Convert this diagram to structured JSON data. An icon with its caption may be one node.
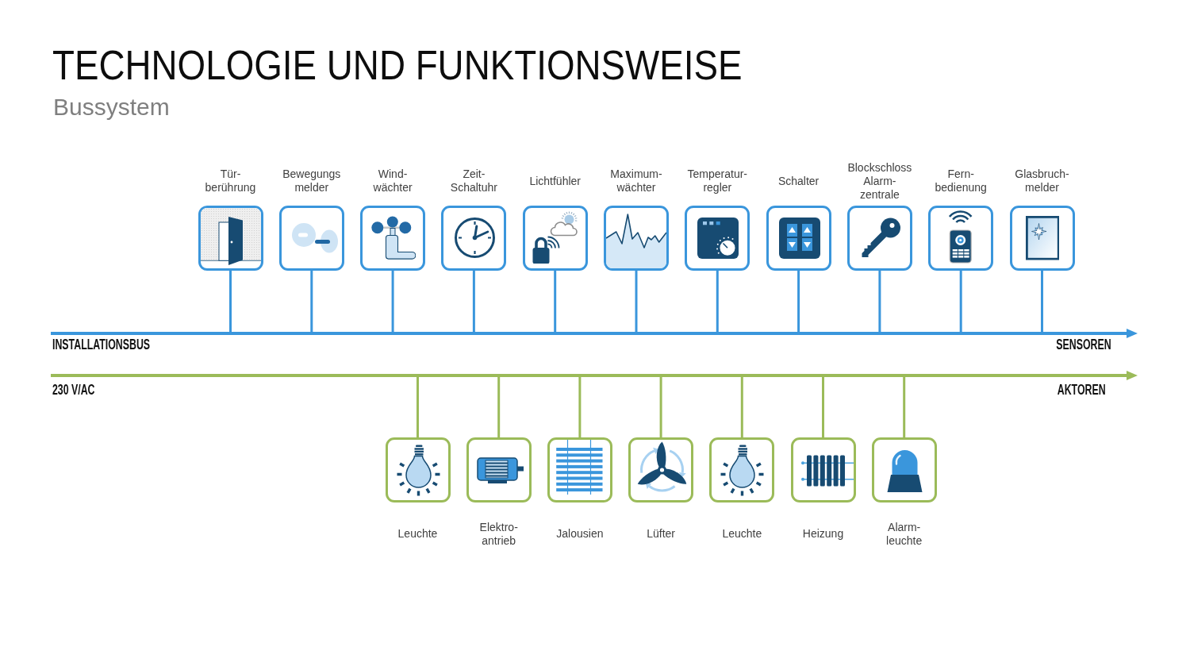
{
  "diagram": {
    "title": "TECHNOLOGIE UND FUNKTIONSWEISE",
    "nodes": [
      {
        "text": [
          "Tür- berührung"
        ]
      },
      {
        "text": [
          "Bewegungs melder"
        ]
      },
      {
        "text": [
          "Wind- wächter"
        ]
      },
      {
        "text": [
          "Zeit- Schaltuhr"
        ]
      },
      {
        "text": [
          "Lichtfühler"
        ]
      },
      {
        "text": [
          "Maximum- wächter"
        ]
      },
      {
        "text": [
          "Temperatur- regler"
        ]
      },
      {
        "text": [
          "Schalter"
        ]
      },
      {
        "text": [
          "Blockschloss Alarm- zentrale"
        ]
      },
      {
        "text": [
          "Fern- bedienung"
        ]
      },
      {
        "text": [
          "Glasbruch- melder"
        ]
      },
      {
        "text": [],
        "shape": "bar",
        "beside": [
          "INSTALLATIONSBUS",
          "SENSOREN"
        ]
      },
      {
        "text": [],
        "shape": "bar",
        "beside": [
          "230 V/AC",
          "AKTOREN"
        ]
      },
      {
        "text": [
          "Leuchte"
        ]
      },
      {
        "text": [
          "Elektro- antrieb"
        ]
      },
      {
        "text": [
          "Jalousien"
        ]
      },
      {
        "text": [
          "Lüfter"
        ]
      },
      {
        "text": [
          "Leuchte"
        ]
      },
      {
        "text": [
          "Heizung"
        ]
      },
      {
        "text": [
          "Alarm- leuchte"
        ]
      }
    ],
    "edges": [
      {
        "from": 0,
        "to": 11,
        "arrow": "none"
      },
      {
        "from": 1,
        "to": 11,
        "arrow": "none"
      },
      {
        "from": 2,
        "to": 11,
        "arrow": "none"
      },
      {
        "from": 3,
        "to": 11,
        "arrow": "none"
      },
      {
        "from": 4,
        "to": 11,
        "arrow": "none"
      },
      {
        "from": 5,
        "to": 11,
        "arrow": "none"
      },
      {
        "from": 6,
        "to": 11,
        "arrow": "none"
      },
      {
        "from": 7,
        "to": 11,
        "arrow": "none"
      },
      {
        "from": 8,
        "to": 11,
        "arrow": "none"
      },
      {
        "from": 9,
        "to": 11,
        "arrow": "none"
      },
      {
        "from": 10,
        "to": 11,
        "arrow": "none"
      },
      {
        "from": 12,
        "to": 13,
        "arrow": "none",
        "color": "#9bbb59"
      },
      {
        "from": 12,
        "to": 14,
        "arrow": "none",
        "color": "#9bbb59"
      },
      {
        "from": 12,
        "to": 15,
        "arrow": "none",
        "color": "#9bbb59"
      },
      {
        "from": 12,
        "to": 16,
        "arrow": "none",
        "color": "#9bbb59"
      },
      {
        "from": 12,
        "to": 17,
        "arrow": "none",
        "color": "#9bbb59"
      },
      {
        "from": 12,
        "to": 18,
        "arrow": "none",
        "color": "#9bbb59"
      },
      {
        "from": 12,
        "to": 19,
        "arrow": "none",
        "color": "#9bbb59"
      }
    ],
    "labels": [
      "Bussystem"
    ]
  }
}
